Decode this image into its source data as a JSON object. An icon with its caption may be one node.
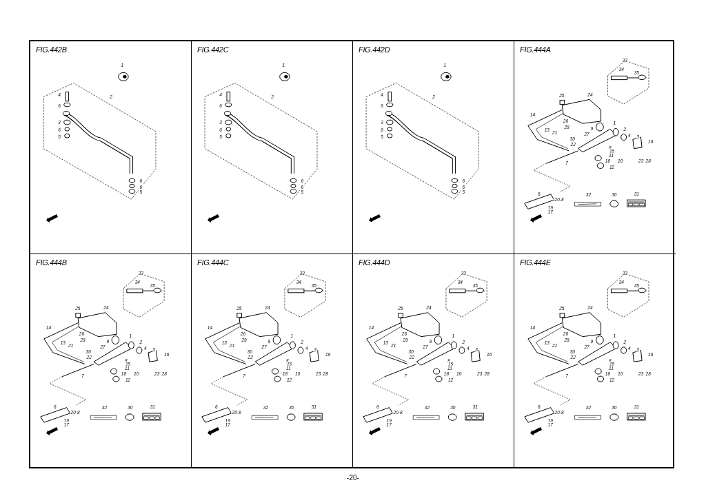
{
  "diagram": {
    "nodes": [
      {
        "text": [
          "FIG.442B"
        ]
      },
      {
        "text": [
          "FIG.442C"
        ]
      },
      {
        "text": [
          "FIG.442D"
        ]
      },
      {
        "text": [
          "FIG.444A"
        ]
      },
      {
        "text": [
          "FIG.444B"
        ]
      },
      {
        "text": [
          "FIG.444C"
        ]
      },
      {
        "text": [
          "FIG.444D"
        ]
      },
      {
        "text": [
          "FIG.444E"
        ]
      }
    ],
    "labels": [
      "1",
      "2",
      "4",
      "6",
      "3",
      "6",
      "5",
      "6",
      "6",
      "5",
      "1",
      "2",
      "4",
      "6",
      "3",
      "6",
      "5",
      "6",
      "6",
      "5",
      "1",
      "2",
      "4",
      "6",
      "3",
      "6",
      "5",
      "6",
      "6",
      "5",
      "33",
      "34",
      "35",
      "25",
      "24",
      "14",
      "26",
      "1",
      "9",
      "13",
      "29",
      "21",
      "27",
      "2",
      "4",
      "3",
      "16",
      "30",
      "22",
      "8",
      "15",
      "11",
      "7",
      "18",
      "10",
      "12",
      "23",
      "28",
      "6",
      "20-8",
      "19",
      "17",
      "32",
      "30",
      "31",
      "33",
      "34",
      "35",
      "25",
      "24",
      "14",
      "26",
      "1",
      "9",
      "13",
      "29",
      "21",
      "27",
      "2",
      "4",
      "3",
      "16",
      "30",
      "22",
      "8",
      "15",
      "11",
      "7",
      "18",
      "10",
      "12",
      "23",
      "28",
      "6",
      "20-8",
      "19",
      "17",
      "32",
      "30",
      "31",
      "33",
      "34",
      "35",
      "25",
      "24",
      "14",
      "26",
      "1",
      "9",
      "13",
      "29",
      "21",
      "27",
      "2",
      "4",
      "3",
      "16",
      "30",
      "22",
      "8",
      "15",
      "11",
      "7",
      "18",
      "10",
      "12",
      "23",
      "28",
      "6",
      "20-8",
      "19",
      "17",
      "32",
      "30",
      "31",
      "33",
      "34",
      "35",
      "25",
      "24",
      "14",
      "26",
      "1",
      "9",
      "13",
      "29",
      "21",
      "27",
      "2",
      "4",
      "3",
      "16",
      "30",
      "22",
      "8",
      "15",
      "11",
      "7",
      "18",
      "10",
      "12",
      "23",
      "28",
      "6",
      "20-8",
      "19",
      "17",
      "32",
      "30",
      "31",
      "33",
      "34",
      "35",
      "25",
      "24",
      "14",
      "26",
      "1",
      "9",
      "13",
      "29",
      "21",
      "27",
      "2",
      "4",
      "3",
      "16",
      "30",
      "22",
      "8",
      "15",
      "11",
      "7",
      "18",
      "10",
      "12",
      "23",
      "28",
      "6",
      "20-8",
      "19",
      "17",
      "32",
      "30",
      "31",
      "-20-"
    ]
  }
}
